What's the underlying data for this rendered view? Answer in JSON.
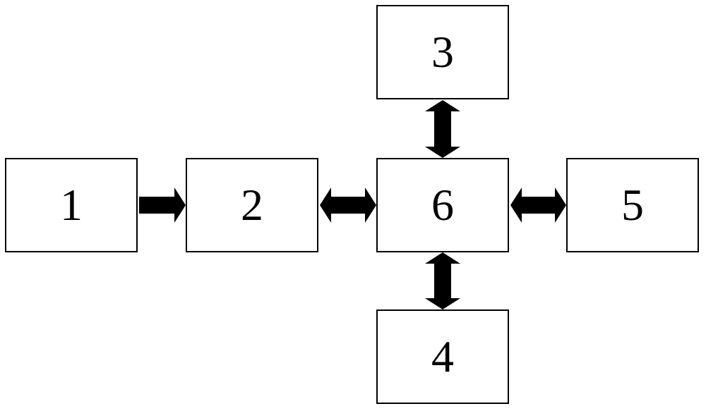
{
  "diagram": {
    "nodes": [
      {
        "id": "1",
        "label": "1"
      },
      {
        "id": "2",
        "label": "2"
      },
      {
        "id": "3",
        "label": "3"
      },
      {
        "id": "4",
        "label": "4"
      },
      {
        "id": "5",
        "label": "5"
      },
      {
        "id": "6",
        "label": "6"
      }
    ],
    "edges": [
      {
        "from": "1",
        "to": "2",
        "direction": "one-way"
      },
      {
        "from": "2",
        "to": "6",
        "direction": "two-way"
      },
      {
        "from": "6",
        "to": "5",
        "direction": "two-way"
      },
      {
        "from": "3",
        "to": "6",
        "direction": "two-way"
      },
      {
        "from": "6",
        "to": "4",
        "direction": "two-way"
      }
    ],
    "colors": {
      "box_border": "#000000",
      "box_fill": "#ffffff",
      "arrow": "#000000"
    }
  }
}
